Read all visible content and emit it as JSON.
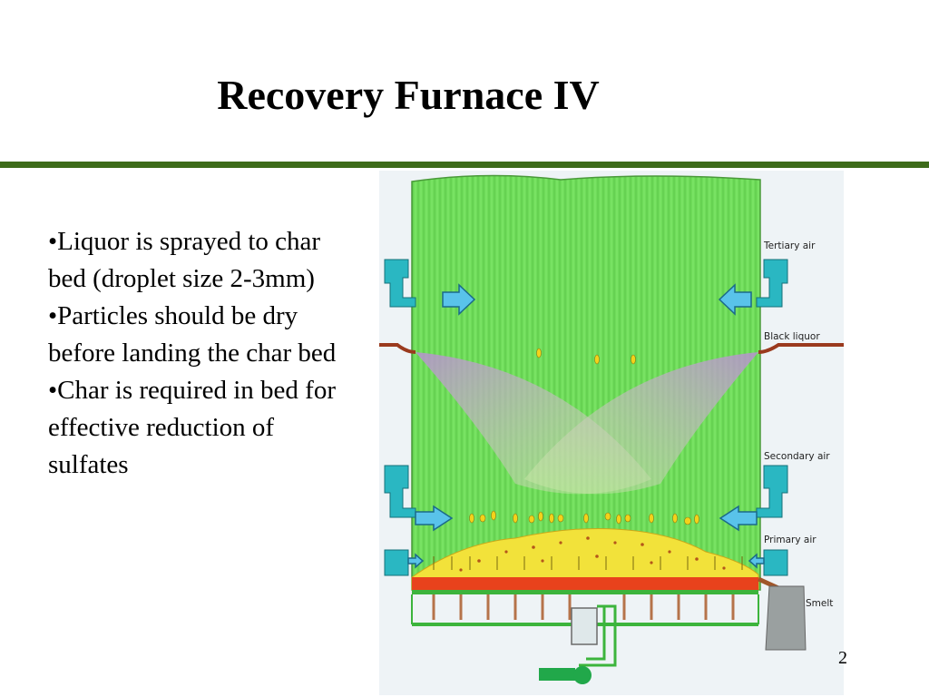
{
  "slide": {
    "title": "Recovery Furnace IV",
    "page_number": "2"
  },
  "bullets": [
    "•Liquor is sprayed to char bed (droplet size 2-3mm)",
    "•Particles should be dry before landing the char bed",
    "•Char is required in bed for effective reduction of sulfates"
  ],
  "diagram": {
    "labels": {
      "tertiary_air": "Tertiary air",
      "black_liquor": "Black liquor",
      "secondary_air": "Secondary air",
      "primary_air": "Primary air",
      "smelt": "Smelt"
    },
    "colors": {
      "furnace_wall": "#6fdc5a",
      "air_arrow": "#59c3ea",
      "liquor_spray": "#b88fd1",
      "char_bed": "#f2e23a",
      "smelt_layer": "#e8421c",
      "accent_rule": "#3d6b1a"
    }
  }
}
